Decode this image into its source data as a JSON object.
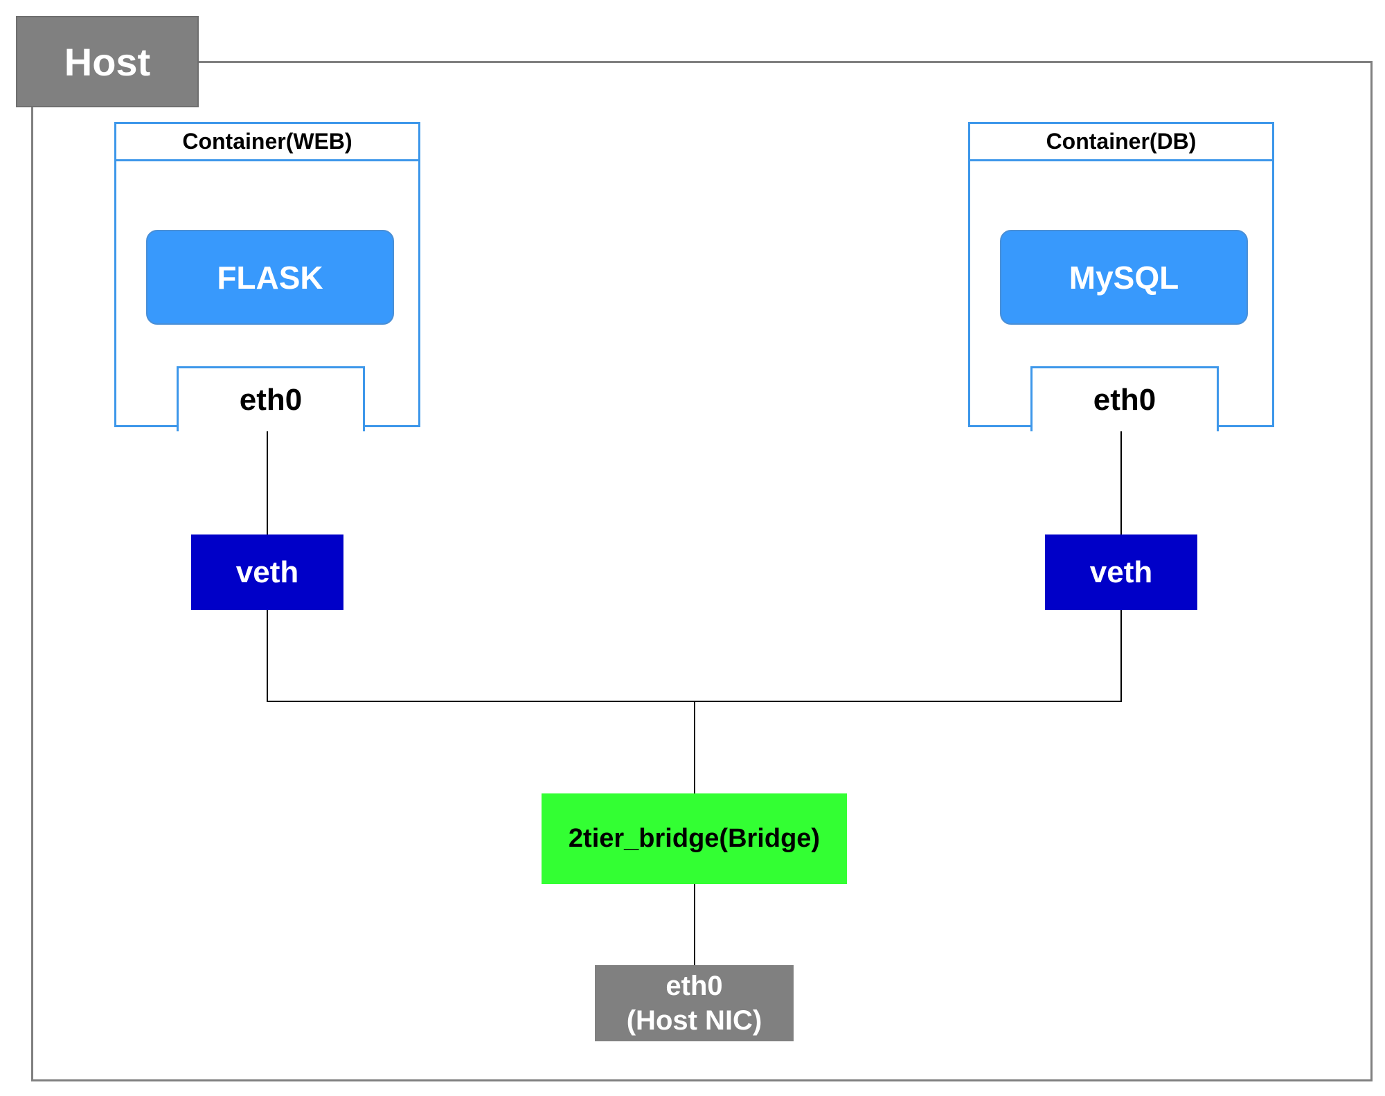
{
  "host": {
    "label": "Host"
  },
  "containers": {
    "web": {
      "title": "Container(WEB)",
      "app": "FLASK",
      "iface": "eth0"
    },
    "db": {
      "title": "Container(DB)",
      "app": "MySQL",
      "iface": "eth0"
    }
  },
  "veth": {
    "web": "veth",
    "db": "veth"
  },
  "bridge": {
    "label": "2tier_bridge(Bridge)"
  },
  "host_nic": {
    "line1": "eth0",
    "line2": "(Host NIC)"
  },
  "colors": {
    "host": "#808080",
    "container_border": "#3d97ea",
    "app": "#3899fc",
    "veth": "#0000c8",
    "bridge": "#33ff33"
  }
}
